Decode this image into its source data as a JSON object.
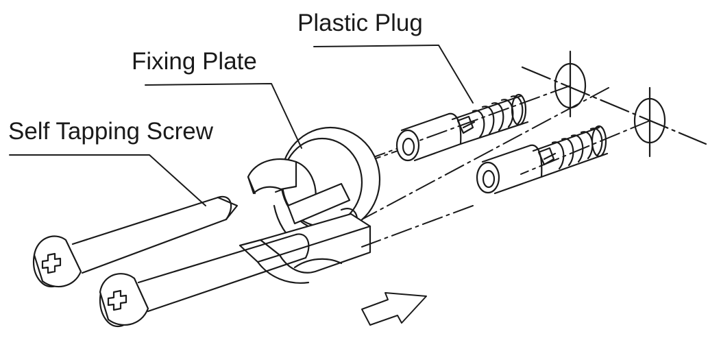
{
  "diagram": {
    "labels": {
      "plastic_plug": "Plastic Plug",
      "fixing_plate": "Fixing Plate",
      "self_tapping_screw": "Self Tapping Screw"
    },
    "colors": {
      "ink": "#1a1a1a",
      "fill": "#ffffff"
    }
  }
}
